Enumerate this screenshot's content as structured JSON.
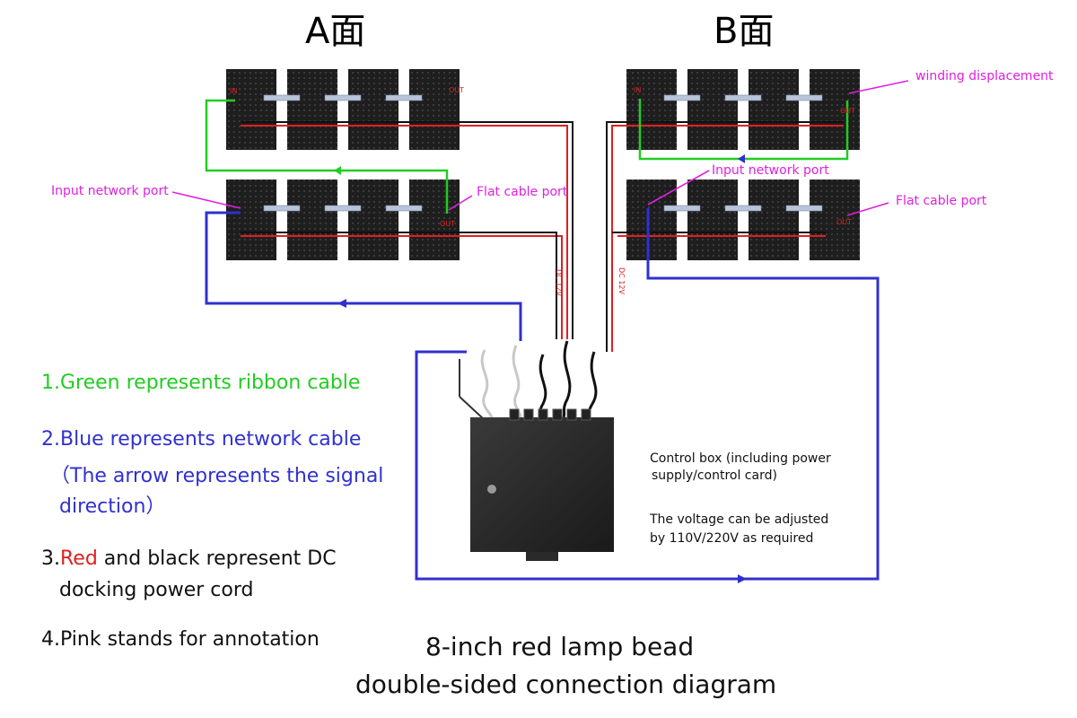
{
  "faces": {
    "a": "A面",
    "b": "B面"
  },
  "annotations": {
    "winding_displacement": "winding displacement",
    "input_port_a": "Input network port",
    "flat_cable_a": "Flat cable port",
    "input_port_b": "Input network port",
    "flat_cable_b": "Flat cable port"
  },
  "module_labels": {
    "in": "IN",
    "out": "OUT",
    "dc": "DC 12V"
  },
  "legend": {
    "item1": "1.Green represents ribbon cable",
    "item2_line1": "2.Blue represents network cable",
    "item2_line2": "（The arrow represents the signal",
    "item2_line3": "direction）",
    "item3_prefix": "3.",
    "item3_red": "Red",
    "item3_rest": " and black represent DC",
    "item3_line2": "docking power cord",
    "item4": "4.Pink stands for annotation"
  },
  "control_box": {
    "line1": "Control box (including power",
    "line2": "supply/control card)",
    "line3": "The voltage can be adjusted",
    "line4": "by 110V/220V as required"
  },
  "caption": {
    "line1": "8-inch red lamp bead",
    "line2": "double-sided connection diagram"
  },
  "colors": {
    "ribbon": "#22cc22",
    "network": "#3030d0",
    "power_red": "#e02020",
    "power_black": "#111111",
    "annotation": "#e020e0",
    "module": "#1e1e1e"
  }
}
